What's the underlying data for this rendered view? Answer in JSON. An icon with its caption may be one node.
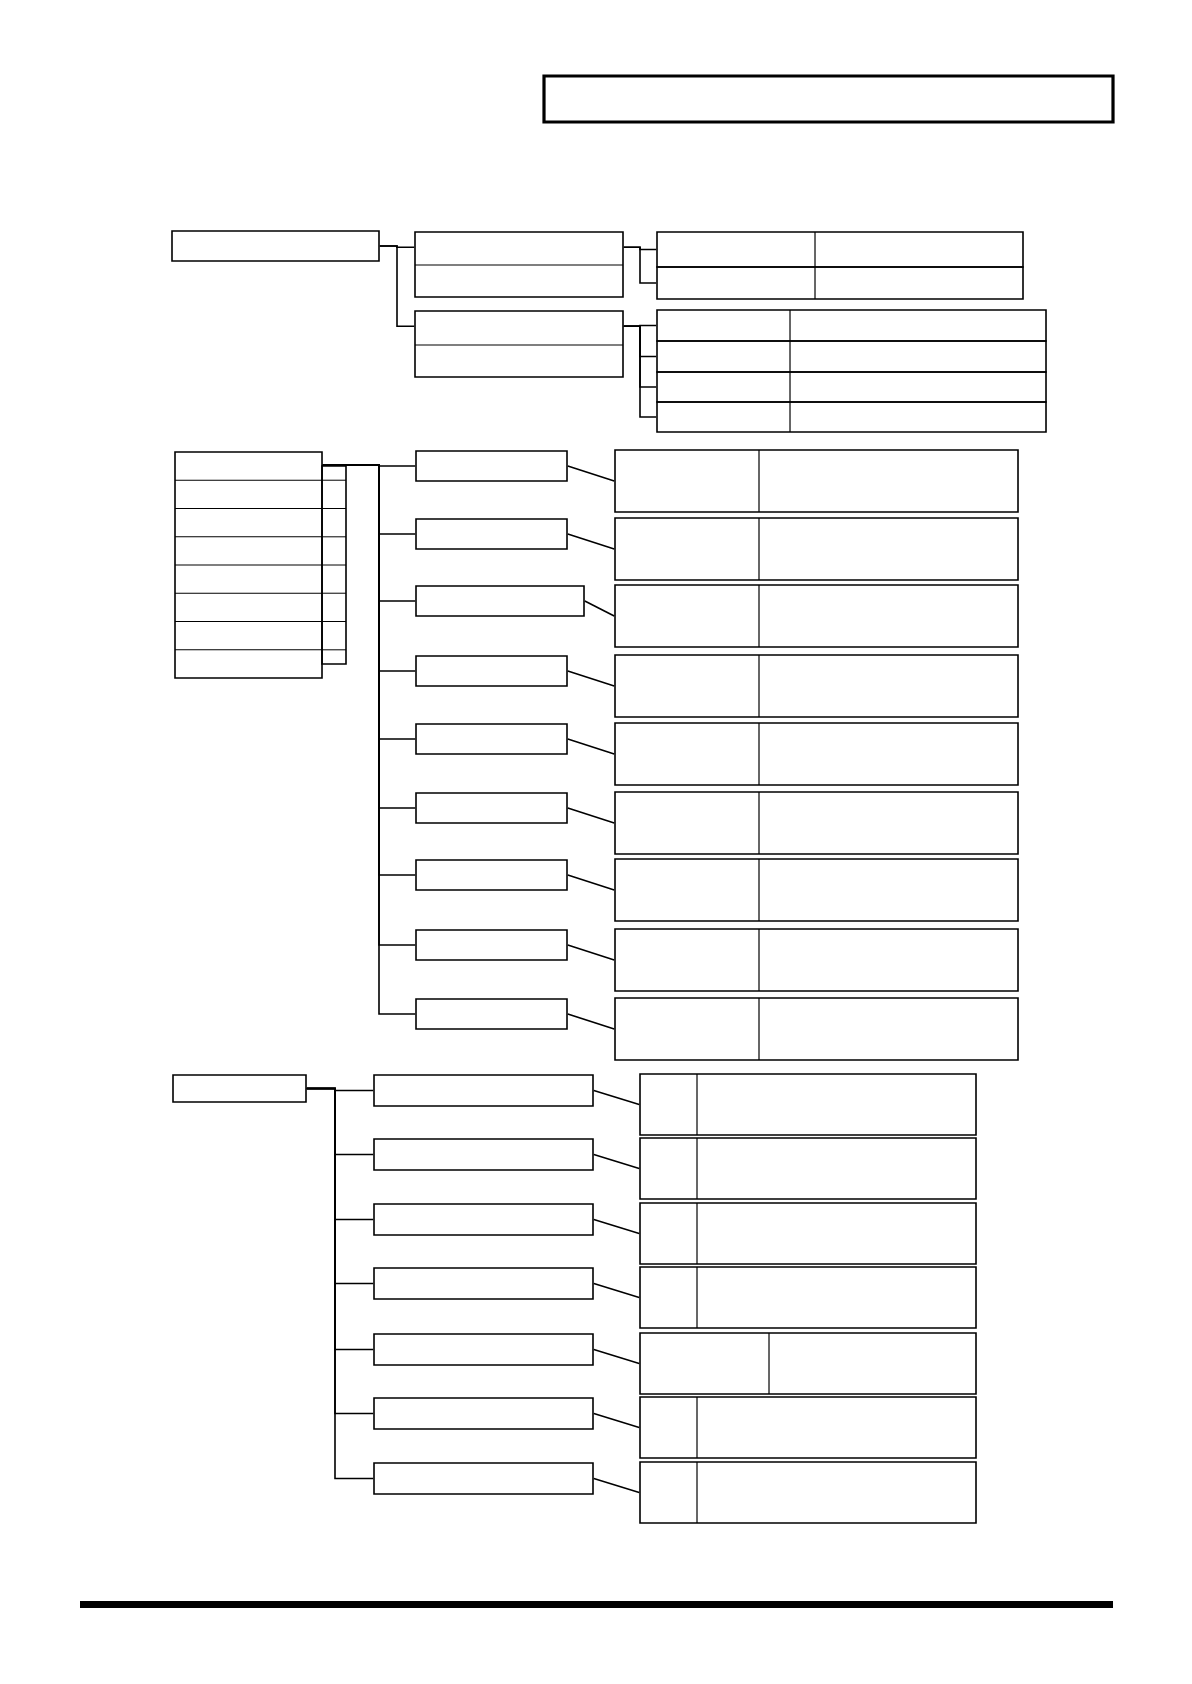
{
  "diagram": {
    "nodes": [
      {
        "text": [],
        "shape": "box"
      },
      {
        "text": [],
        "shape": "box"
      },
      {
        "text": [],
        "shape": "box"
      },
      {
        "text": [],
        "shape": "box"
      },
      {
        "text": [],
        "shape": "box"
      },
      {
        "text": [],
        "shape": "box"
      },
      {
        "text": [],
        "shape": "box"
      },
      {
        "text": [],
        "shape": "box"
      },
      {
        "text": [],
        "shape": "box"
      },
      {
        "text": [],
        "shape": "box"
      },
      {
        "text": [],
        "shape": "box"
      },
      {
        "text": [],
        "shape": "box"
      },
      {
        "text": [],
        "shape": "box"
      },
      {
        "text": [],
        "shape": "box"
      },
      {
        "text": [],
        "shape": "box"
      },
      {
        "text": [],
        "shape": "box"
      },
      {
        "text": [],
        "shape": "box"
      },
      {
        "text": [],
        "shape": "box"
      },
      {
        "text": [],
        "shape": "box"
      },
      {
        "text": [],
        "shape": "box"
      },
      {
        "text": [],
        "shape": "box"
      },
      {
        "text": [],
        "shape": "box"
      },
      {
        "text": [],
        "shape": "box"
      },
      {
        "text": [],
        "shape": "box"
      },
      {
        "text": [],
        "shape": "box"
      },
      {
        "text": [],
        "shape": "box"
      },
      {
        "text": [],
        "shape": "box"
      },
      {
        "text": [],
        "shape": "box"
      },
      {
        "text": [],
        "shape": "box"
      },
      {
        "text": [],
        "shape": "box"
      },
      {
        "text": [],
        "shape": "box"
      },
      {
        "text": [],
        "shape": "box"
      },
      {
        "text": [],
        "shape": "box"
      },
      {
        "text": [],
        "shape": "box"
      },
      {
        "text": [],
        "shape": "box"
      },
      {
        "text": [],
        "shape": "box"
      },
      {
        "text": [],
        "shape": "box"
      },
      {
        "text": [],
        "shape": "box"
      },
      {
        "text": [],
        "shape": "box"
      },
      {
        "text": [],
        "shape": "box"
      },
      {
        "text": [],
        "shape": "box"
      },
      {
        "text": [],
        "shape": "box"
      },
      {
        "text": [],
        "shape": "box"
      }
    ],
    "edges": [
      {
        "from": 0,
        "to": 1,
        "arrow": "none"
      },
      {
        "from": 0,
        "to": 2,
        "arrow": "none"
      },
      {
        "from": 1,
        "to": 3,
        "arrow": "none"
      },
      {
        "from": 1,
        "to": 4,
        "arrow": "none"
      },
      {
        "from": 2,
        "to": 5,
        "arrow": "none"
      },
      {
        "from": 2,
        "to": 6,
        "arrow": "none"
      },
      {
        "from": 2,
        "to": 7,
        "arrow": "none"
      },
      {
        "from": 2,
        "to": 8,
        "arrow": "none"
      },
      {
        "from": 9,
        "to": 10,
        "arrow": "none"
      },
      {
        "from": 9,
        "to": 11,
        "arrow": "none"
      },
      {
        "from": 9,
        "to": 12,
        "arrow": "none"
      },
      {
        "from": 9,
        "to": 13,
        "arrow": "none"
      },
      {
        "from": 9,
        "to": 14,
        "arrow": "none"
      },
      {
        "from": 9,
        "to": 15,
        "arrow": "none"
      },
      {
        "from": 9,
        "to": 16,
        "arrow": "none"
      },
      {
        "from": 9,
        "to": 17,
        "arrow": "none"
      },
      {
        "from": 9,
        "to": 18,
        "arrow": "none"
      },
      {
        "from": 10,
        "to": 19,
        "arrow": "none"
      },
      {
        "from": 11,
        "to": 20,
        "arrow": "none"
      },
      {
        "from": 12,
        "to": 21,
        "arrow": "none"
      },
      {
        "from": 13,
        "to": 22,
        "arrow": "none"
      },
      {
        "from": 14,
        "to": 23,
        "arrow": "none"
      },
      {
        "from": 15,
        "to": 24,
        "arrow": "none"
      },
      {
        "from": 16,
        "to": 25,
        "arrow": "none"
      },
      {
        "from": 17,
        "to": 26,
        "arrow": "none"
      },
      {
        "from": 18,
        "to": 27,
        "arrow": "none"
      },
      {
        "from": 28,
        "to": 29,
        "arrow": "none"
      },
      {
        "from": 28,
        "to": 30,
        "arrow": "none"
      },
      {
        "from": 28,
        "to": 31,
        "arrow": "none"
      },
      {
        "from": 28,
        "to": 32,
        "arrow": "none"
      },
      {
        "from": 28,
        "to": 33,
        "arrow": "none"
      },
      {
        "from": 28,
        "to": 34,
        "arrow": "none"
      },
      {
        "from": 28,
        "to": 35,
        "arrow": "none"
      },
      {
        "from": 29,
        "to": 36,
        "arrow": "none"
      },
      {
        "from": 30,
        "to": 37,
        "arrow": "none"
      },
      {
        "from": 31,
        "to": 38,
        "arrow": "none"
      },
      {
        "from": 32,
        "to": 39,
        "arrow": "none"
      },
      {
        "from": 33,
        "to": 40,
        "arrow": "none"
      },
      {
        "from": 34,
        "to": 41,
        "arrow": "none"
      },
      {
        "from": 35,
        "to": 42,
        "arrow": "none"
      }
    ]
  }
}
